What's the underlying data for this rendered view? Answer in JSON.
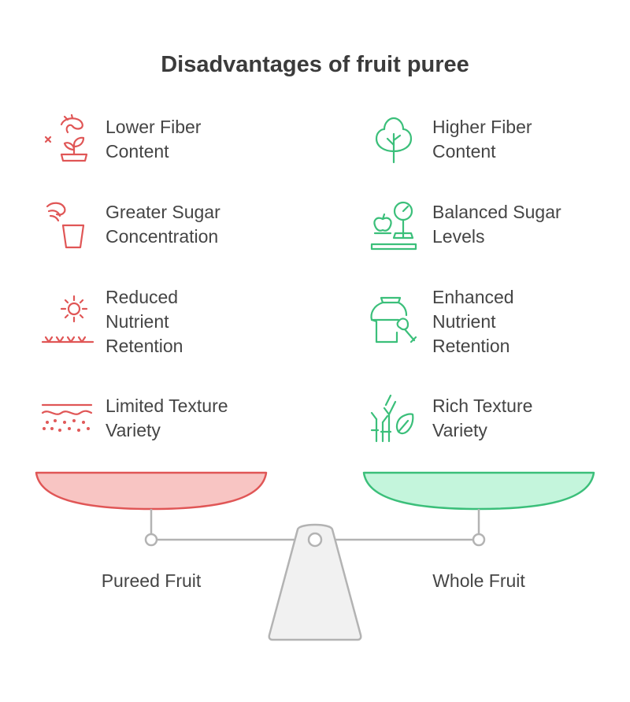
{
  "title": "Disadvantages of fruit puree",
  "colors": {
    "negative": "#e05656",
    "negative_fill": "#f8c5c3",
    "positive": "#3bbf7a",
    "positive_fill": "#c4f5dc",
    "neutral": "#b3b3b3",
    "base_fill": "#f1f1f1"
  },
  "left": {
    "pan_label": "Pureed Fruit",
    "items": [
      {
        "line1": "Lower Fiber",
        "line2": "Content",
        "line3": "",
        "icon": "shrimp-plant-icon"
      },
      {
        "line1": "Greater Sugar",
        "line2": "Concentration",
        "line3": "",
        "icon": "hand-pouring-cup-icon"
      },
      {
        "line1": "Reduced",
        "line2": "Nutrient",
        "line3": "Retention",
        "icon": "sun-over-grass-icon"
      },
      {
        "line1": "Limited Texture",
        "line2": "Variety",
        "line3": "",
        "icon": "soil-layers-icon"
      }
    ]
  },
  "right": {
    "pan_label": "Whole Fruit",
    "items": [
      {
        "line1": "Higher Fiber",
        "line2": "Content",
        "line3": "",
        "icon": "tree-icon"
      },
      {
        "line1": "Balanced Sugar",
        "line2": "Levels",
        "line3": "",
        "icon": "apple-on-scale-icon"
      },
      {
        "line1": "Enhanced",
        "line2": "Nutrient",
        "line3": "Retention",
        "icon": "jar-with-brush-icon"
      },
      {
        "line1": "Rich Texture",
        "line2": "Variety",
        "line3": "",
        "icon": "plants-and-leaf-icon"
      }
    ]
  }
}
